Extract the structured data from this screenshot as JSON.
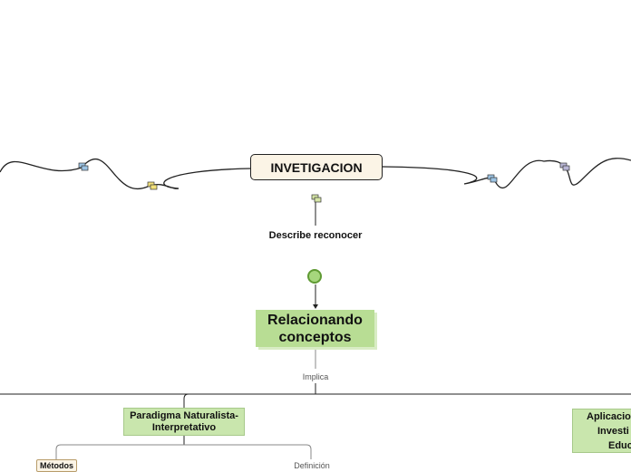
{
  "diagram": {
    "root": {
      "label": "INVETIGACION"
    },
    "connector_label": "Describe reconocer",
    "main_concept": {
      "line1": "Relacionando",
      "line2": "conceptos"
    },
    "relation_label": "Implica",
    "children": [
      {
        "line1": "Paradigma Naturalista-",
        "line2": "Interpretativo"
      },
      {
        "line1": "Aplicacion",
        "line2": "Investi",
        "line3": "Educ"
      }
    ],
    "grandchildren": {
      "metodos": "Métodos",
      "definicion": "Definición"
    }
  },
  "colors": {
    "root_fill": "#fbf4e6",
    "concept_fill": "#b8dd94",
    "child_fill": "#c9e6ad",
    "line": "#222222"
  }
}
